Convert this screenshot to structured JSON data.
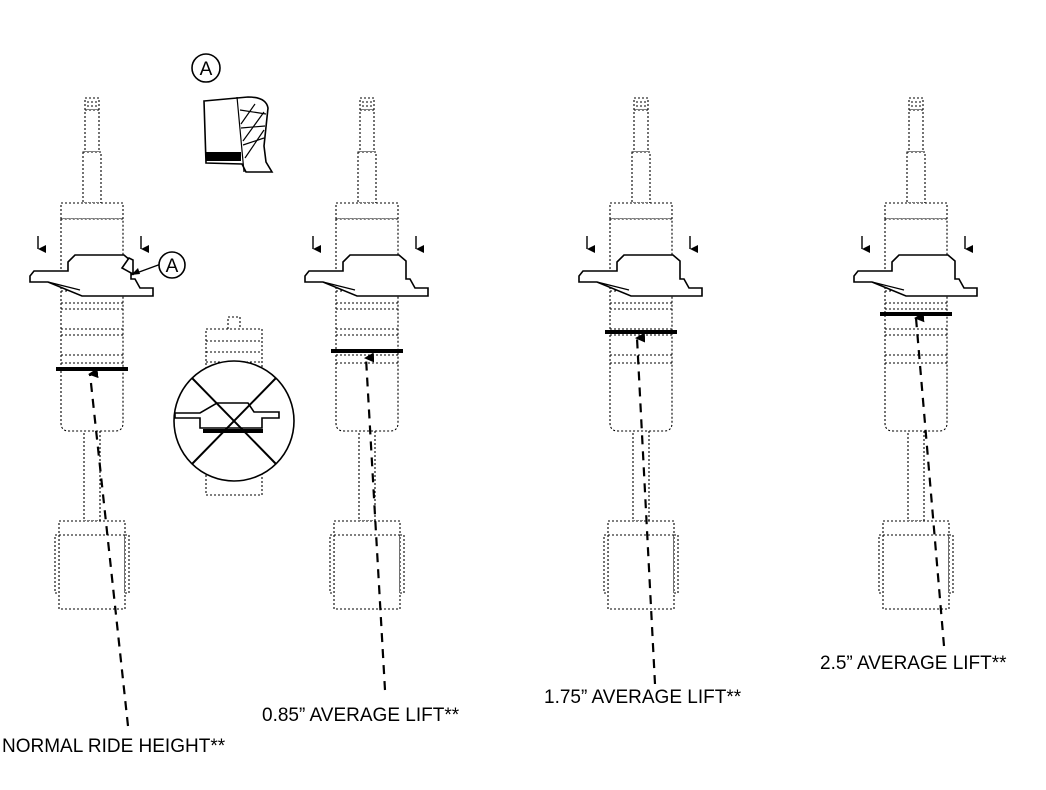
{
  "callout_letter": "A",
  "labels": {
    "normal": "NORMAL RIDE HEIGHT**",
    "lift_085": "0.85” AVERAGE LIFT**",
    "lift_175": "1.75” AVERAGE LIFT**",
    "lift_25": "2.5” AVERAGE LIFT**"
  }
}
